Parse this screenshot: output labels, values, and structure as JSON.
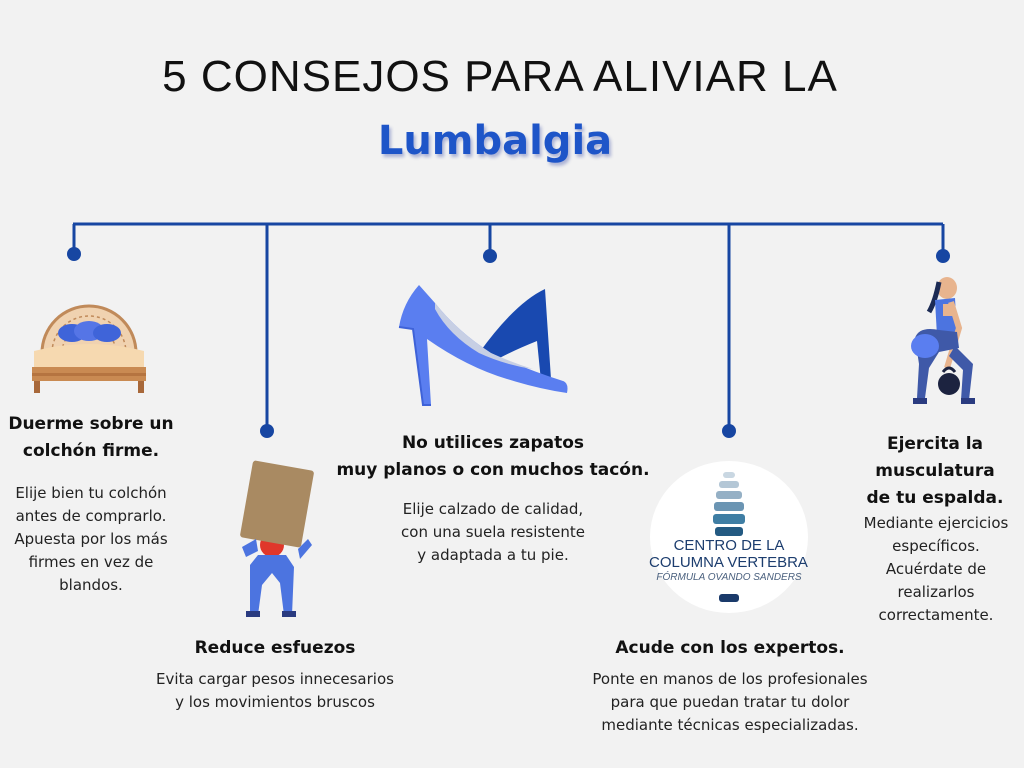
{
  "header": {
    "title": "5 CONSEJOS PARA ALIVIAR LA",
    "subtitle": "Lumbalgia"
  },
  "colors": {
    "accent": "#1e55c8",
    "line": "#1746a2",
    "background": "#f2f2f2"
  },
  "tips": [
    {
      "title_lines": [
        "Duerme sobre un",
        "colchón firme."
      ],
      "text_lines": [
        "Elije bien tu colchón",
        "antes de comprarlo.",
        "Apuesta por los más",
        "firmes en vez de",
        "blandos."
      ],
      "icon": "bed-icon"
    },
    {
      "title_lines": [
        "Reduce esfuezos"
      ],
      "text_lines": [
        "Evita cargar pesos innecesarios",
        "y los movimientos bruscos"
      ],
      "icon": "carrying-box-icon"
    },
    {
      "title_lines": [
        "No utilices zapatos",
        "muy planos o con muchos tacón."
      ],
      "text_lines": [
        "Elije calzado de calidad,",
        "con una suela resistente",
        "y adaptada a tu pie."
      ],
      "icon": "high-heel-icon"
    },
    {
      "title_lines": [
        "Acude con los expertos."
      ],
      "text_lines": [
        "Ponte en manos de los profesionales",
        "para que puedan tratar tu dolor",
        "mediante técnicas especializadas."
      ],
      "icon": "spine-logo-icon"
    },
    {
      "title_lines": [
        "Ejercita la",
        "musculatura",
        "de tu espalda."
      ],
      "text_lines": [
        "Mediante ejercicios",
        "específicos.",
        "Acuérdate de",
        "realizarlos",
        "correctamente."
      ],
      "icon": "kettlebell-exercise-icon"
    }
  ],
  "logo": {
    "line1": "CENTRO DE LA",
    "line2": "COLUMNA VERTEBRAL",
    "line3": "FÓRMULA OVANDO SANDERS"
  }
}
